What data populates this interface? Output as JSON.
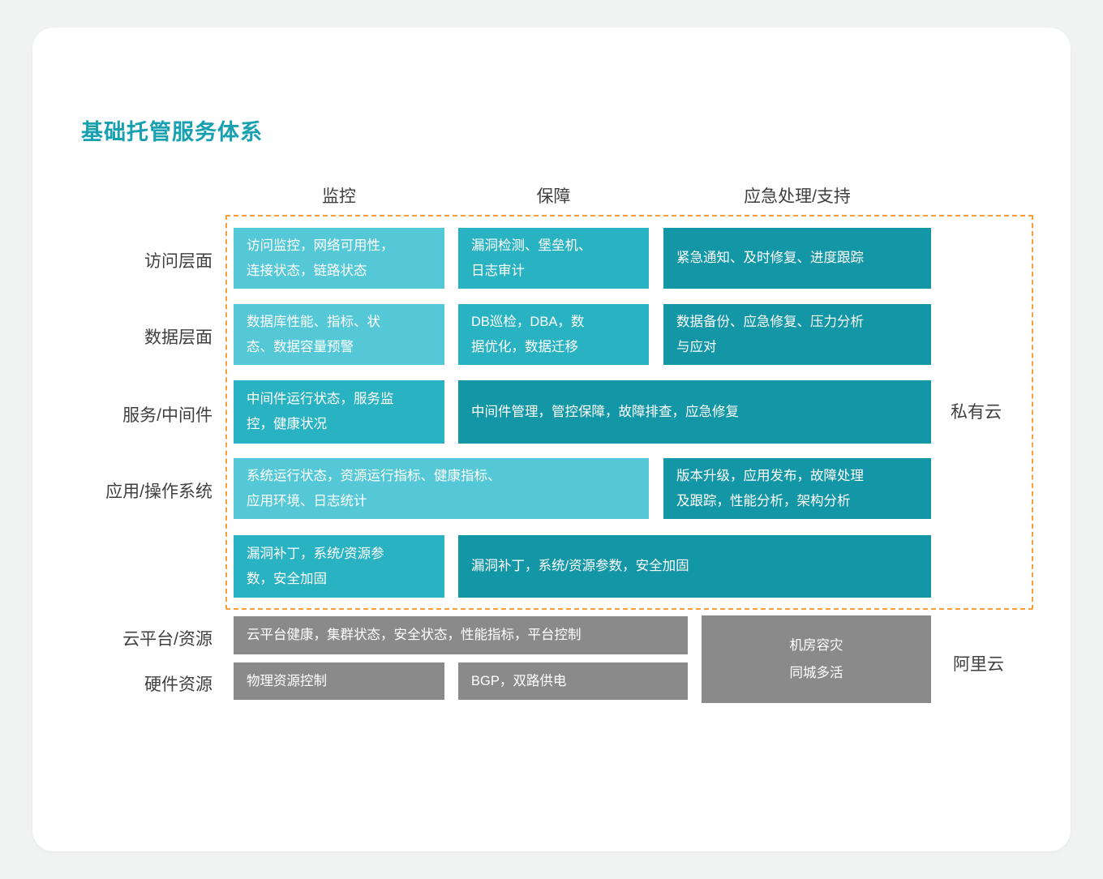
{
  "title": "基础托管服务体系",
  "columns": {
    "monitoring": "监控",
    "guarantee": "保障",
    "emergency": "应急处理/支持"
  },
  "row_labels": {
    "access": "访问层面",
    "data": "数据层面",
    "service": "服务/中间件",
    "app": "应用/操作系统",
    "cloud_platform": "云平台/资源",
    "hardware": "硬件资源"
  },
  "side_labels": {
    "private_cloud": "私有云",
    "alicloud": "阿里云"
  },
  "cells": {
    "access_monitoring": "访问监控，网络可用性，\n连接状态，链路状态",
    "access_guarantee": "漏洞检测、堡垒机、\n日志审计",
    "access_emergency": "紧急通知、及时修复、进度跟踪",
    "data_monitoring": "数据库性能、指标、状\n态、数据容量预警",
    "data_guarantee": "DB巡检，DBA，数\n据优化，数据迁移",
    "data_emergency": "数据备份、应急修复、压力分析\n与应对",
    "service_monitoring": "中间件运行状态，服务监\n控，健康状况",
    "service_guarantee_emergency": "中间件管理，管控保障，故障排查，应急修复",
    "app_monitoring_guarantee": "系统运行状态，资源运行指标、健康指标、\n应用环境、日志统计",
    "app_emergency": "版本升级，应用发布，故障处理\n及跟踪，性能分析，架构分析",
    "patch_monitoring": "漏洞补丁，系统/资源参\n数，安全加固",
    "patch_guarantee_emergency": "漏洞补丁，系统/资源参数，安全加固",
    "cloud_platform_all": "云平台健康，集群状态，安全状态，性能指标，平台控制",
    "hardware_monitoring": "物理资源控制",
    "hardware_guarantee": "BGP，双路供电",
    "datacenter": "机房容灾\n同城多活"
  },
  "colors": {
    "accent_title": "#17A0B0",
    "teal_light": "#55C8D7",
    "teal_medium": "#29B2C2",
    "teal_dark": "#1396A6",
    "gray_box": "#8A8A8A",
    "dashed_border": "#F5A03C",
    "label_text": "#3F3F3F"
  }
}
